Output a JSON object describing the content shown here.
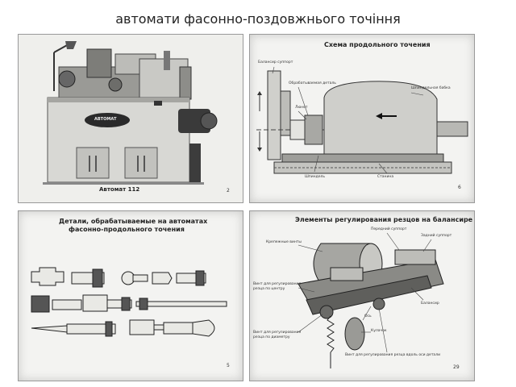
{
  "page_title": "автомати фасонно-поздовжнього точіння",
  "slides": [
    {
      "caption": "Автомат 112",
      "number": "2",
      "brand": "АВТОМАТ"
    },
    {
      "title": "Схема продольного точения",
      "number": "6",
      "labels": [
        "Балансир суппорт",
        "Обрабатываемая деталь",
        "Шпиндельная бабка",
        "Люнет",
        "Шпиндель",
        "Станина"
      ]
    },
    {
      "title_line1": "Детали, обрабатываемые на автоматах",
      "title_line2": "фасонно-продольного точения",
      "number": "5"
    },
    {
      "title": "Элементы регулирования резцов на балансире",
      "number": "29",
      "labels": [
        "Крепежные винты",
        "Передний суппорт",
        "Задний суппорт",
        "Винт для регулирования резца по центру",
        "Балансир",
        "Винт для регулирования резца по диаметру",
        "Ось",
        "Кулачок",
        "Винт для регулирования резца вдоль оси детали"
      ]
    }
  ]
}
